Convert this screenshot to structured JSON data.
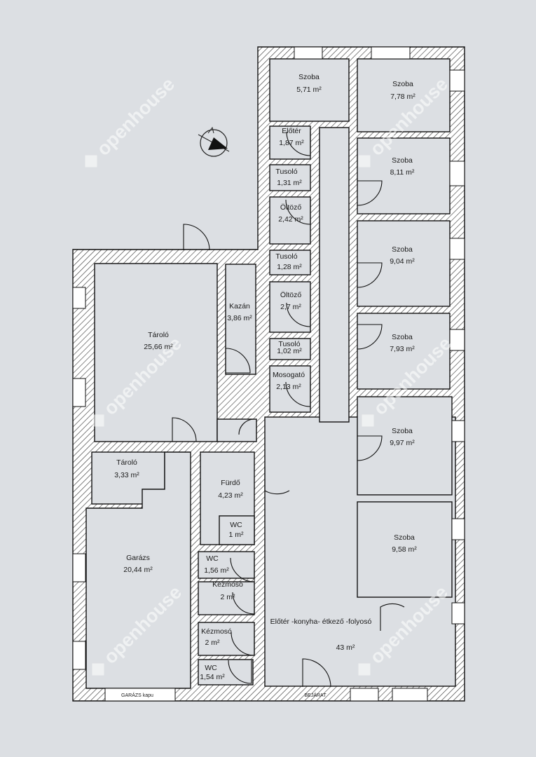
{
  "rooms": {
    "szoba1": {
      "name": "Szoba",
      "area": "5,71 m²"
    },
    "szoba2": {
      "name": "Szoba",
      "area": "7,78 m²"
    },
    "eloter": {
      "name": "Előtér",
      "area": "1,87 m²"
    },
    "tusolo1": {
      "name": "Tusoló",
      "area": "1,31 m²"
    },
    "oltozo1": {
      "name": "Öltöző",
      "area": "2,42 m²"
    },
    "tusolo2": {
      "name": "Tusoló",
      "area": "1,28 m²"
    },
    "oltozo2": {
      "name": "Öltöző",
      "area": "2,7 m²"
    },
    "tusolo3": {
      "name": "Tusoló",
      "area": "1,02 m²"
    },
    "mosogato": {
      "name": "Mosogató",
      "area": "2,13 m²"
    },
    "szoba3": {
      "name": "Szoba",
      "area": "8,11 m²"
    },
    "szoba4": {
      "name": "Szoba",
      "area": "9,04 m²"
    },
    "szoba5": {
      "name": "Szoba",
      "area": "7,93 m²"
    },
    "szoba6": {
      "name": "Szoba",
      "area": "9,97 m²"
    },
    "szoba7": {
      "name": "Szoba",
      "area": "9,58 m²"
    },
    "kazan": {
      "name": "Kazán",
      "area": "3,86 m²"
    },
    "tarolo1": {
      "name": "Tároló",
      "area": "25,66 m²"
    },
    "tarolo2": {
      "name": "Tároló",
      "area": "3,33 m²"
    },
    "garazs": {
      "name": "Garázs",
      "area": "20,44 m²"
    },
    "furdo": {
      "name": "Fürdő",
      "area": "4,23 m²"
    },
    "wc1": {
      "name": "WC",
      "area": "1 m²"
    },
    "wc2": {
      "name": "WC",
      "area": "1,56 m²"
    },
    "kezmoso1": {
      "name": "Kézmosó",
      "area": "2 m²"
    },
    "kezmoso2": {
      "name": "Kézmosó",
      "area": "2 m²"
    },
    "wc3": {
      "name": "WC",
      "area": "1,54 m²"
    },
    "hall": {
      "name": "Előtér -konyha- étkező -folyosó",
      "area": "43 m²"
    }
  },
  "labels": {
    "garage_gate": "GARÁZS kapu",
    "entrance": "BEJÁRAT"
  },
  "watermark": "openhouse",
  "colors": {
    "paper": "#dcdfe3",
    "wall": "#ffffff",
    "line": "#111111"
  },
  "icons": {
    "compass": "north-arrow-icon",
    "logo": "openhouse-logo-icon"
  }
}
